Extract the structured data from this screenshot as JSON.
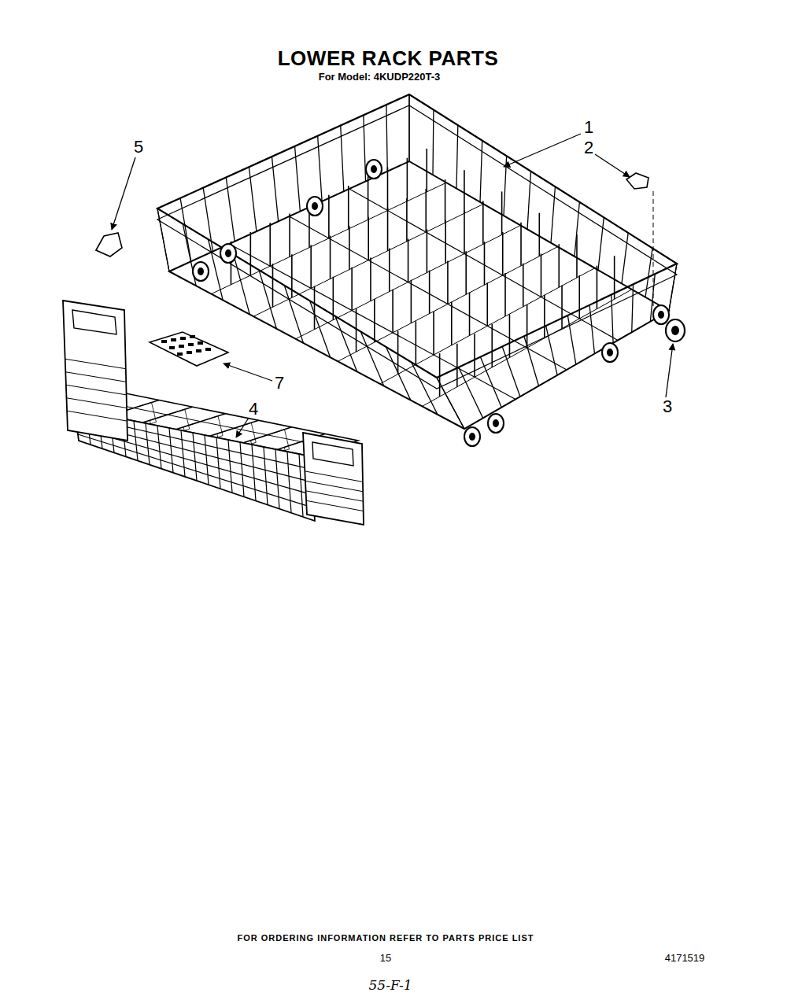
{
  "diagram": {
    "title": "LOWER RACK PARTS",
    "labels": [
      "For Model: 4KUDP220T-3",
      "1",
      "2",
      "5",
      "7",
      "4",
      "3",
      "FOR ORDERING INFORMATION REFER TO PARTS PRICE LIST",
      "15",
      "4171519",
      "55-F-1"
    ]
  }
}
